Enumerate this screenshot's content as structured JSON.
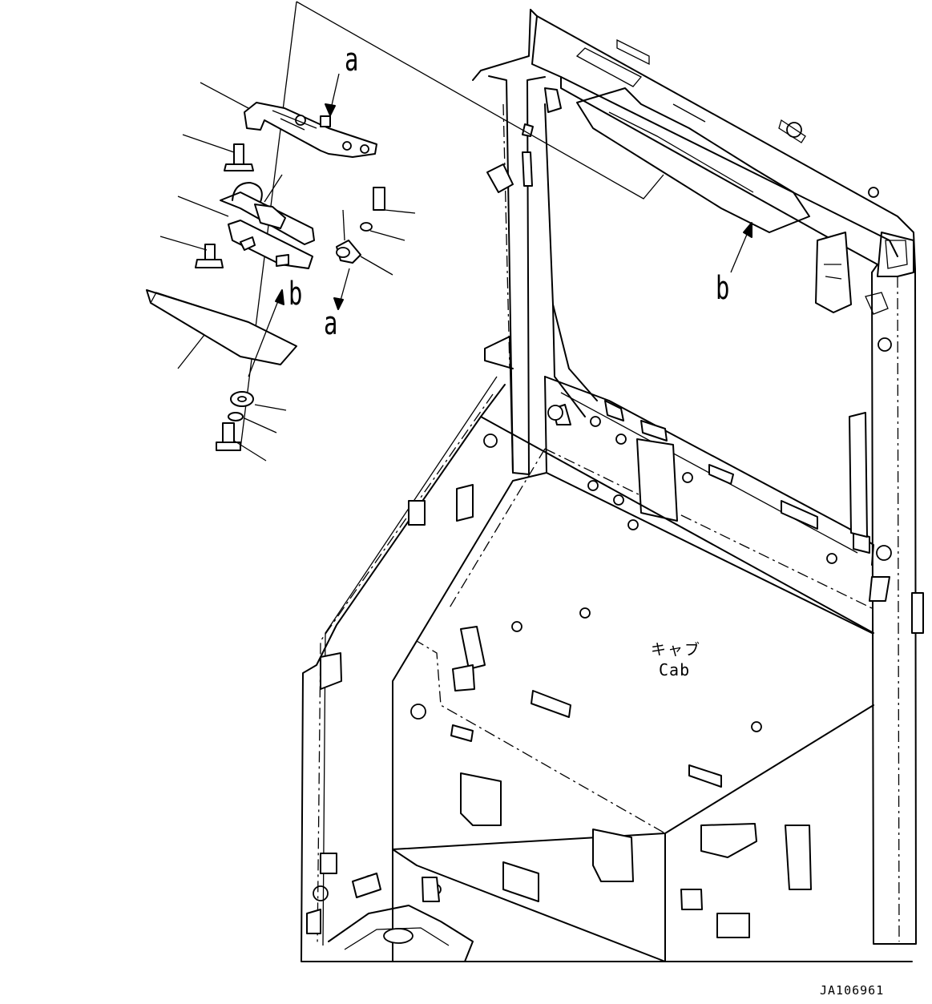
{
  "labels": {
    "callout_a_top": "a",
    "callout_a_bottom": "a",
    "callout_b_left": "b",
    "callout_b_right": "b",
    "cab_japanese": "キャブ",
    "cab_english": "Cab",
    "drawing_number": "JA106961"
  }
}
